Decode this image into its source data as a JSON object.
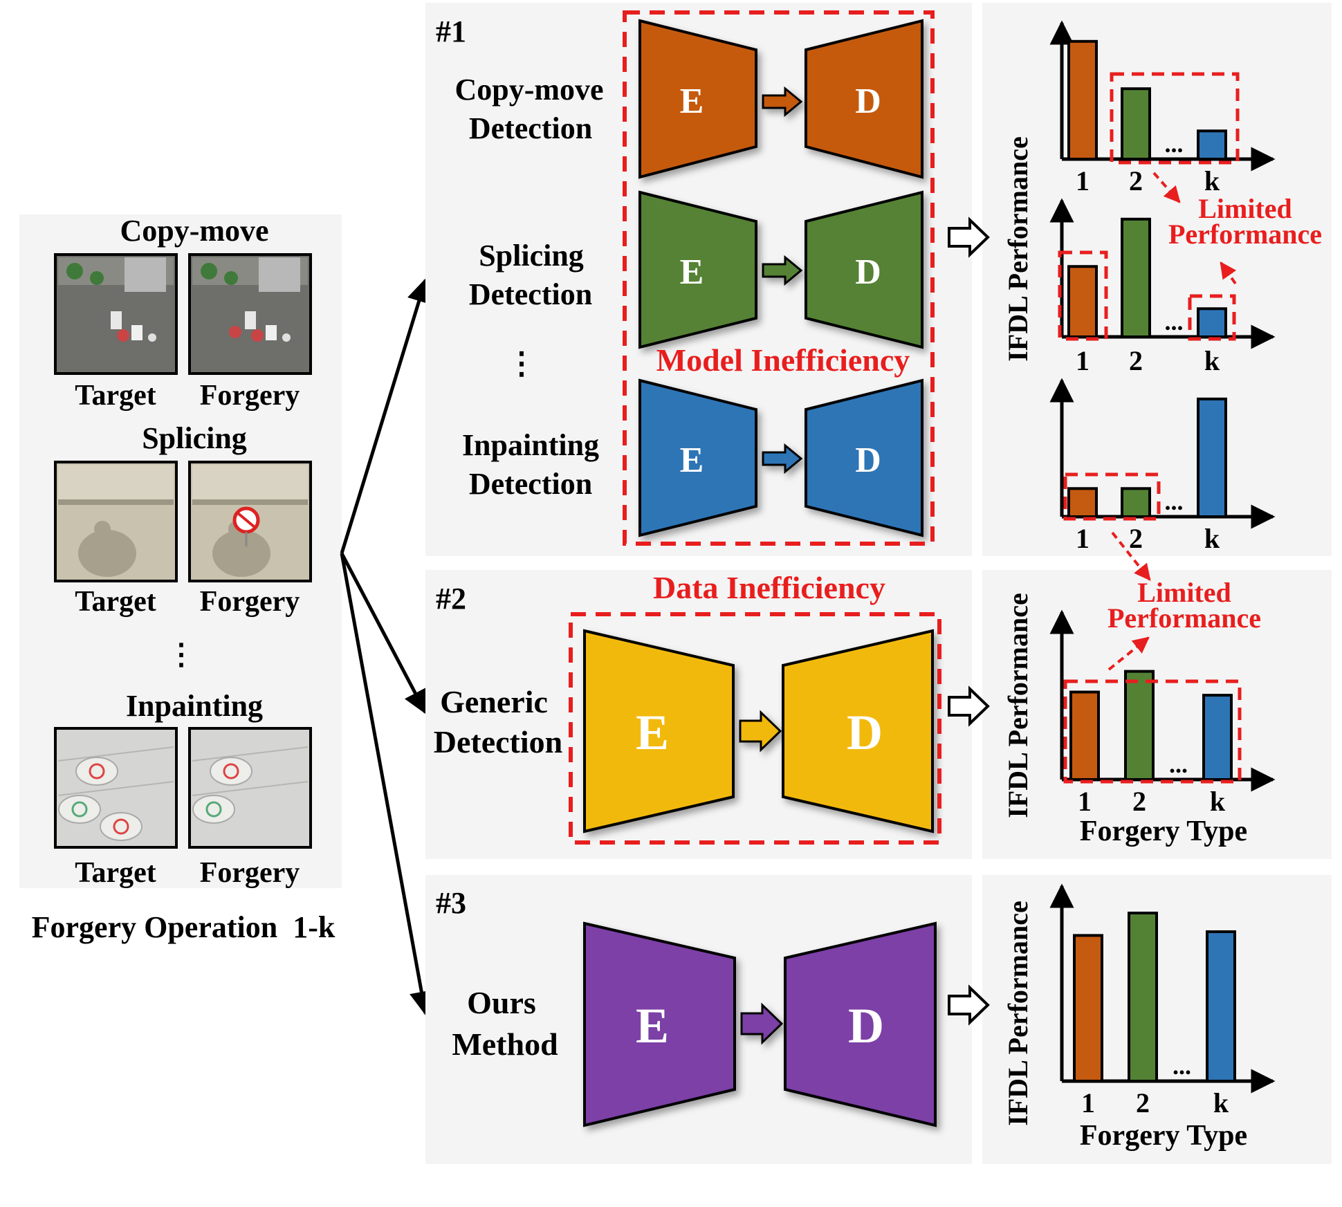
{
  "left_panel": {
    "groups": [
      {
        "title": "Copy-move",
        "target_label": "Target",
        "forgery_label": "Forgery"
      },
      {
        "title": "Splicing",
        "target_label": "Target",
        "forgery_label": "Forgery"
      },
      {
        "title": "Inpainting",
        "target_label": "Target",
        "forgery_label": "Forgery"
      }
    ],
    "ellipsis": "⋮",
    "caption": "Forgery Operation  1-k"
  },
  "encoder_label": "E",
  "decoder_label": "D",
  "section1": {
    "id": "#1",
    "rows": [
      {
        "line1": "Copy-move",
        "line2": "Detection"
      },
      {
        "line1": "Splicing",
        "line2": "Detection"
      },
      {
        "line1": "Inpainting",
        "line2": "Detection"
      }
    ],
    "ellipsis": "⋮",
    "model_note": "Model Inefficiency"
  },
  "section2": {
    "id": "#2",
    "line1": "Generic",
    "line2": "Detection",
    "data_note": "Data Inefficiency"
  },
  "section3": {
    "id": "#3",
    "line1": "Ours",
    "line2": "Method"
  },
  "charts": {
    "ylabel": "IFDL Performance",
    "xlabel": "Forgery Type",
    "ticks": [
      "1",
      "2",
      "k"
    ],
    "ellipsis": "...",
    "limited_line1": "Limited",
    "limited_line2": "Performance"
  },
  "colors": {
    "copy_move": "#C55A11",
    "splicing": "#548235",
    "inpainting": "#2E75B6",
    "generic": "#F2B90F",
    "ours": "#7B3FA6",
    "alert": "#E81E1E",
    "panel_bg": "#F4F4F4"
  },
  "chart_data": [
    {
      "type": "bar",
      "categories": [
        "1",
        "2",
        "k"
      ],
      "values": [
        0.92,
        0.55,
        0.22
      ],
      "ylabel": "IFDL Performance",
      "note": "Limited Performance"
    },
    {
      "type": "bar",
      "categories": [
        "1",
        "2",
        "k"
      ],
      "values": [
        0.55,
        0.92,
        0.22
      ],
      "ylabel": "IFDL Performance",
      "note": "Limited Performance"
    },
    {
      "type": "bar",
      "categories": [
        "1",
        "2",
        "k"
      ],
      "values": [
        0.22,
        0.22,
        0.92
      ],
      "ylabel": "IFDL Performance"
    },
    {
      "type": "bar",
      "categories": [
        "1",
        "2",
        "k"
      ],
      "values": [
        0.55,
        0.68,
        0.53
      ],
      "ylabel": "IFDL Performance",
      "xlabel": "Forgery Type",
      "note": "Limited Performance"
    },
    {
      "type": "bar",
      "categories": [
        "1",
        "2",
        "k"
      ],
      "values": [
        0.78,
        0.9,
        0.8
      ],
      "ylabel": "IFDL Performance",
      "xlabel": "Forgery Type"
    }
  ]
}
